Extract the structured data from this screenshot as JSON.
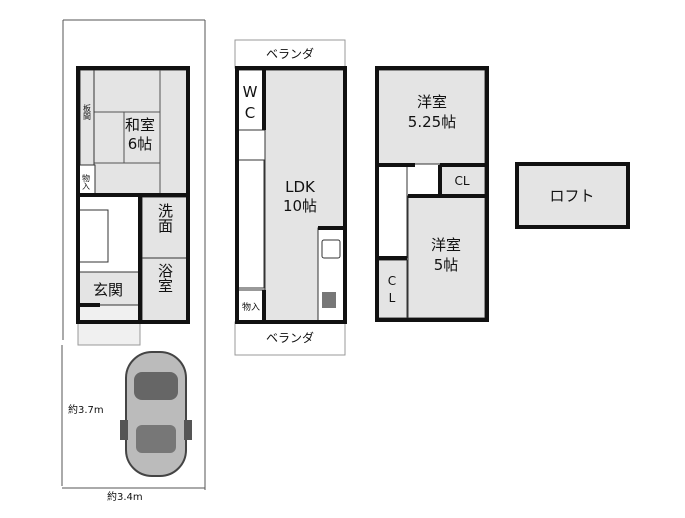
{
  "floor1": {
    "washitsu": {
      "name": "和室",
      "size": "6帖"
    },
    "itama": "板間",
    "storage": "物入",
    "senmen": "洗面",
    "yokushitsu": "浴室",
    "genkan": "玄関"
  },
  "floor2": {
    "veranda_top": "ベランダ",
    "veranda_bottom": "ベランダ",
    "wc_w": "W",
    "wc_c": "C",
    "ldk": {
      "name": "LDK",
      "size": "10帖"
    },
    "storage": "物入"
  },
  "floor3": {
    "room1": {
      "name": "洋室",
      "size": "5.25帖"
    },
    "room2": {
      "name": "洋室",
      "size": "5帖"
    },
    "cl1": "CL",
    "cl2_c": "C",
    "cl2_l": "L"
  },
  "loft": "ロフト",
  "dimensions": {
    "depth": "約3.7m",
    "width": "約3.4m"
  }
}
